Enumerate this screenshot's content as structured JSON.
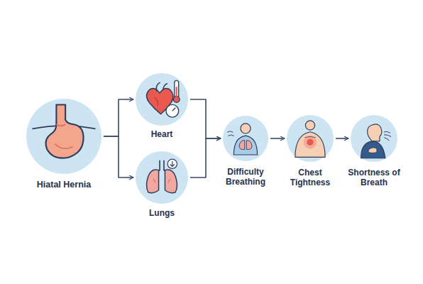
{
  "diagram": {
    "nodes": [
      {
        "text": [
          "Hiatal Hernia"
        ]
      },
      {
        "text": [
          "Heart"
        ]
      },
      {
        "text": [
          "Lungs"
        ]
      },
      {
        "text": [
          "Difficulty Breathing"
        ]
      },
      {
        "text": [
          "Chest Tightness"
        ]
      },
      {
        "text": [
          "Shortness of Breath"
        ]
      }
    ],
    "edges": [
      {
        "from": 0,
        "to": 1,
        "arrow": "to"
      },
      {
        "from": 0,
        "to": 2,
        "arrow": "to"
      },
      {
        "from": 1,
        "to": 3,
        "arrow": "to"
      },
      {
        "from": 2,
        "to": 3,
        "arrow": "to"
      },
      {
        "from": 3,
        "to": 4,
        "arrow": "to"
      },
      {
        "from": 4,
        "to": 5,
        "arrow": "to"
      }
    ]
  }
}
